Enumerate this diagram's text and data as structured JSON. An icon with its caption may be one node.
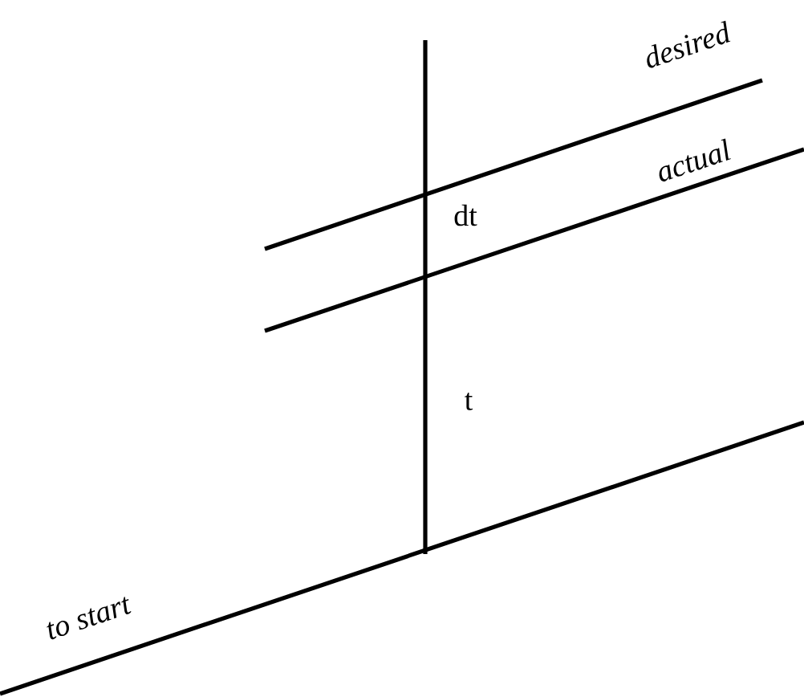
{
  "diagram": {
    "labels": [
      "desired",
      "dt",
      "actual",
      "t",
      "to start"
    ]
  }
}
